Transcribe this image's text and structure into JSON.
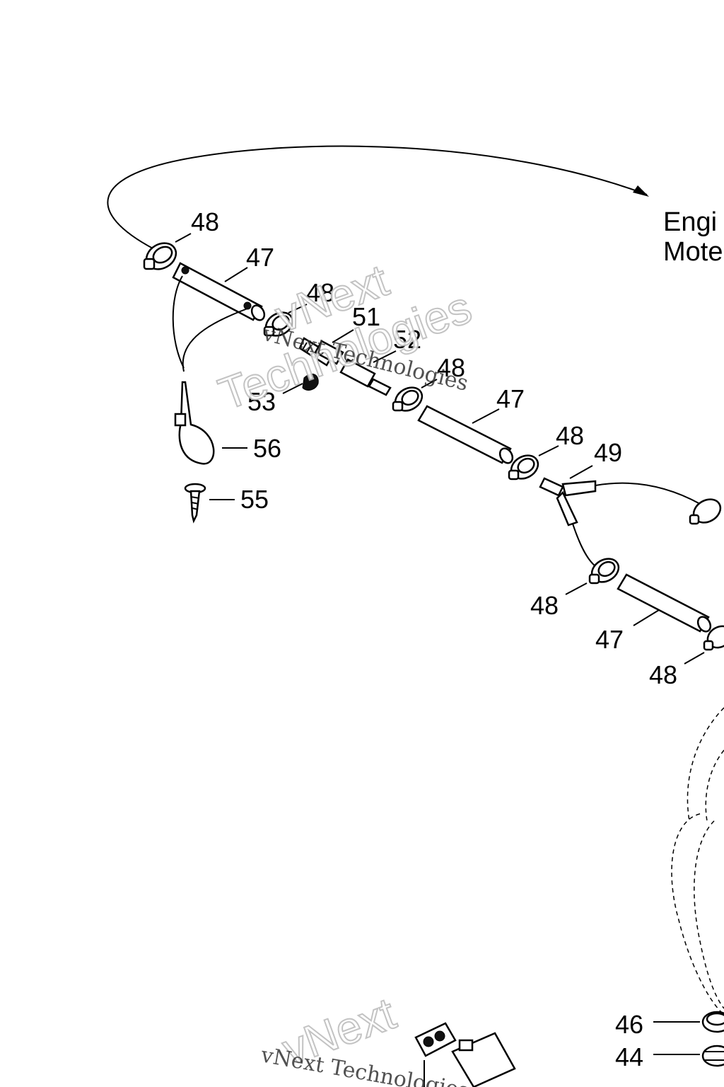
{
  "labels": {
    "engine_line1": "Engi",
    "engine_line2": "Mote"
  },
  "callouts": {
    "c48a": "48",
    "c47a": "47",
    "c48b": "48",
    "c51": "51",
    "c52": "52",
    "c53": "53",
    "c48c": "48",
    "c47b": "47",
    "c56": "56",
    "c55": "55",
    "c48d": "48",
    "c49": "49",
    "c48e": "48",
    "c47c": "47",
    "c48f": "48",
    "c46": "46",
    "c44": "44"
  },
  "watermarks": {
    "w1": "vNext",
    "w2": "Technologies",
    "w3": "vNext Technologies",
    "w4": "vNext",
    "w5": "vNext Technologies"
  }
}
